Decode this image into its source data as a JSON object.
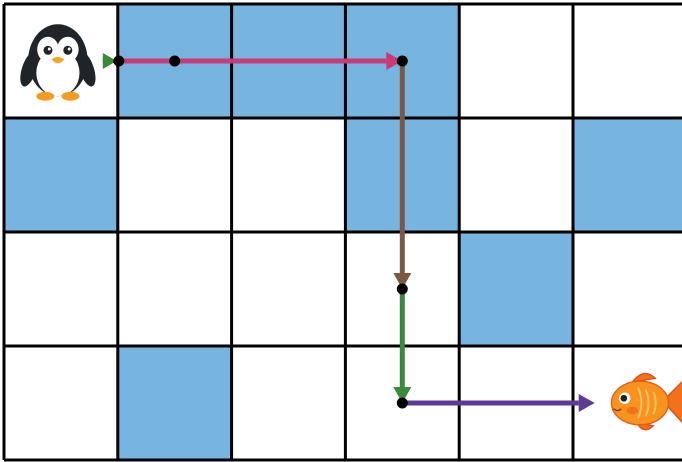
{
  "grid": {
    "rows": 4,
    "cols": 6,
    "colors": {
      "water": "#78b4e0",
      "ice": "#ffffff",
      "grid_line": "#000000"
    },
    "cells": [
      [
        "ice",
        "water",
        "water",
        "water",
        "ice",
        "ice"
      ],
      [
        "water",
        "ice",
        "ice",
        "water",
        "ice",
        "water"
      ],
      [
        "ice",
        "ice",
        "ice",
        "ice",
        "water",
        "ice"
      ],
      [
        "ice",
        "water",
        "ice",
        "ice",
        "ice",
        "ice"
      ]
    ]
  },
  "start": {
    "icon": "penguin-icon",
    "row": 0,
    "col": 0
  },
  "goal": {
    "icon": "goldfish-icon",
    "row": 3,
    "col": 5
  },
  "path": {
    "dot_color": "#000000",
    "segments": [
      {
        "color": "#3a8a3c",
        "from": [
          0,
          0
        ],
        "to": [
          0,
          1
        ]
      },
      {
        "color": "#c93a77",
        "from": [
          0,
          1
        ],
        "to": [
          0,
          3
        ]
      },
      {
        "color": "#7a5a45",
        "from": [
          0,
          3
        ],
        "to": [
          2,
          3
        ]
      },
      {
        "color": "#3a8a3c",
        "from": [
          2,
          3
        ],
        "to": [
          3,
          3
        ]
      },
      {
        "color": "#5d3b94",
        "from": [
          3,
          3
        ],
        "to": [
          3,
          5
        ]
      }
    ]
  }
}
